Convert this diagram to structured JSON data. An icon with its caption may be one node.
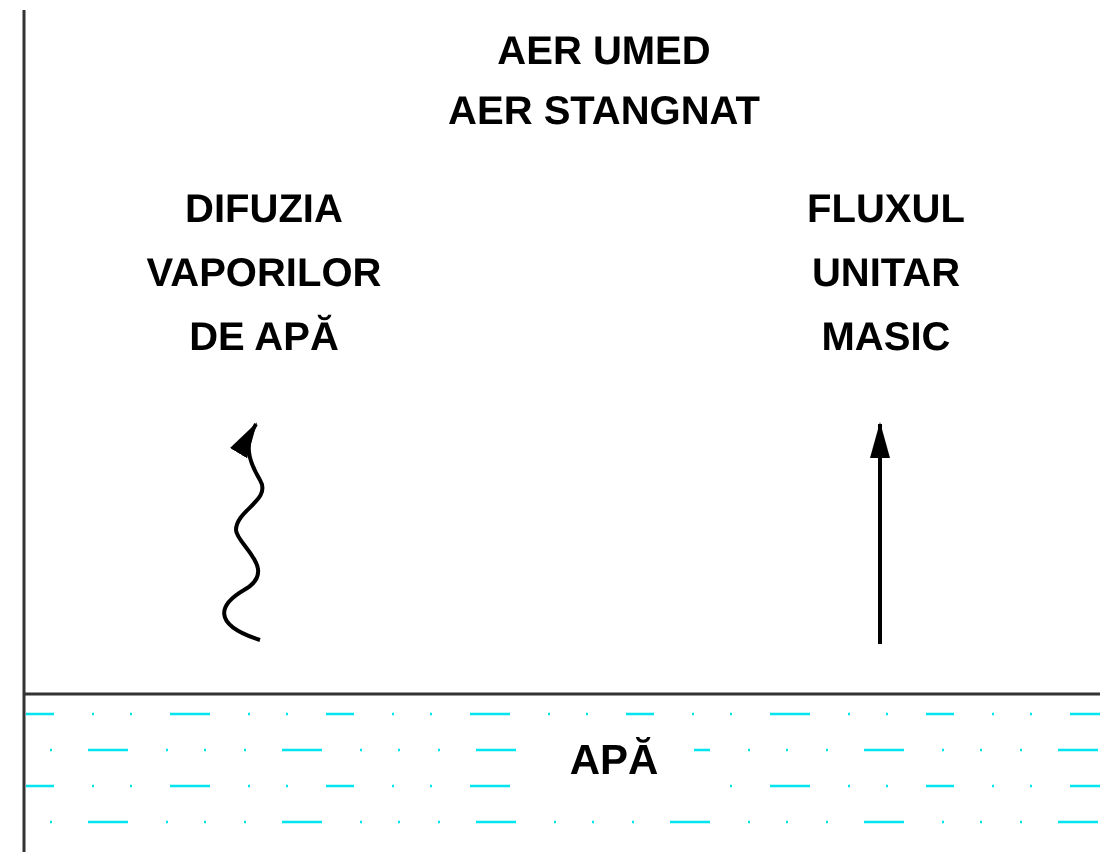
{
  "diagram": {
    "labels": [
      "AER UMED",
      "AER STANGNAT",
      "DIFUZIA VAPORILOR DE APĂ",
      "FLUXUL UNITAR MASIC",
      "APĂ"
    ]
  }
}
